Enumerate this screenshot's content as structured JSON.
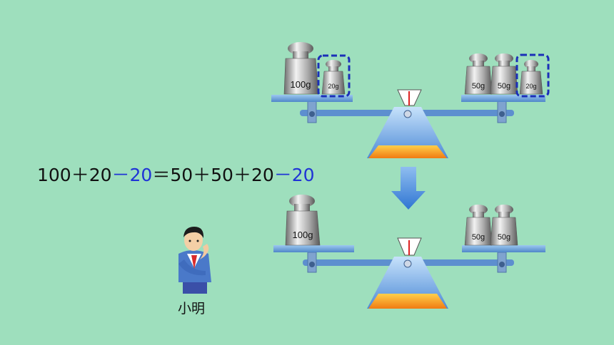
{
  "equation": {
    "parts": [
      {
        "text": "100＋20",
        "color": "#111111"
      },
      {
        "text": "－20",
        "color": "#1f33d6"
      },
      {
        "text": "＝50＋50＋20",
        "color": "#111111"
      },
      {
        "text": "－20",
        "color": "#1f33d6"
      }
    ]
  },
  "top_scale": {
    "left_weights": [
      "100g",
      "20g"
    ],
    "right_weights": [
      "50g",
      "50g",
      "20g"
    ],
    "highlighted": [
      "20g"
    ]
  },
  "bottom_scale": {
    "left_weights": [
      "100g"
    ],
    "right_weights": [
      "50g",
      "50g"
    ]
  },
  "character": {
    "name": "小明"
  },
  "colors": {
    "background": "#9edfbd",
    "highlight_box": "#1b2fb8",
    "scale_blue": "#6aa6e6",
    "scale_orange": "#f5a023",
    "arrow": "#3f86d9"
  }
}
